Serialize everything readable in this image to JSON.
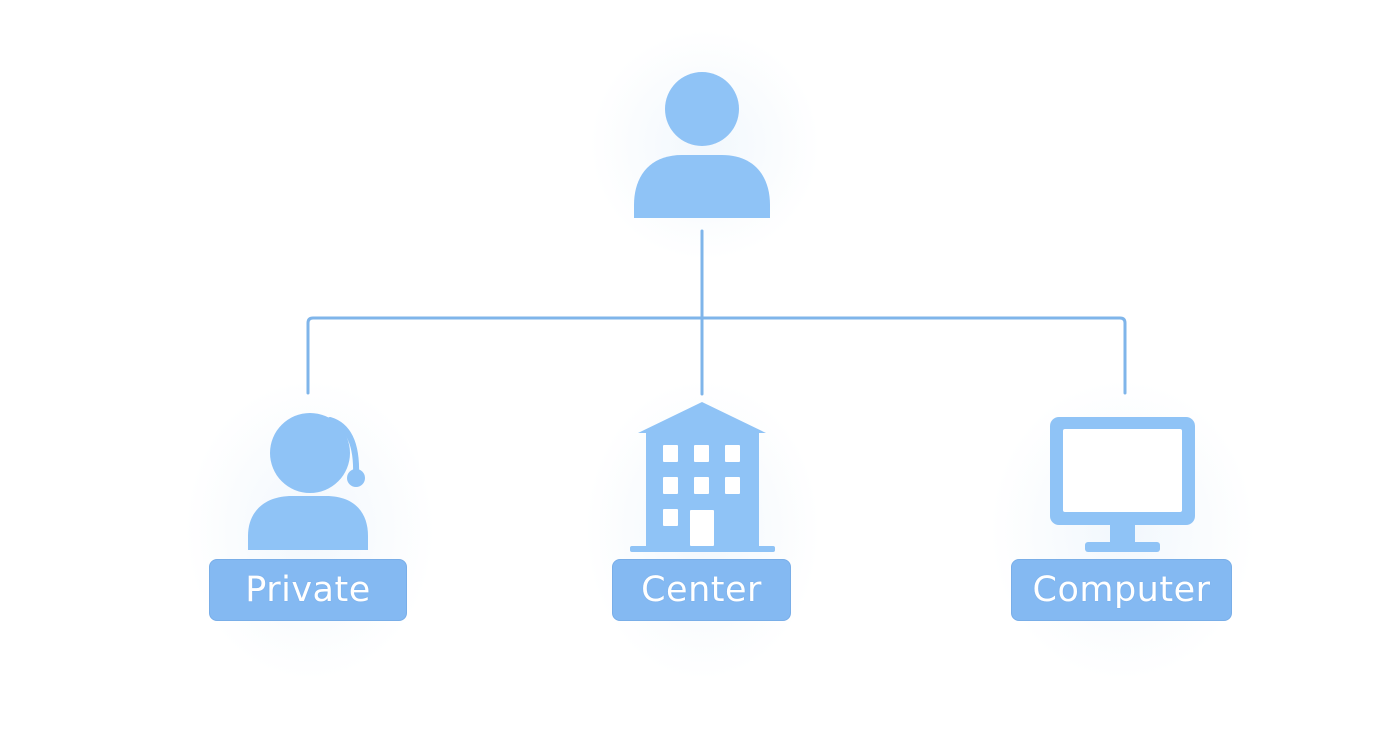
{
  "colors": {
    "icon_fill": "#8fc3f6",
    "icon_stroke": "#88bdf3",
    "connector": "#7fb5ea",
    "label_bg": "#84b9f2",
    "label_text": "#ffffff",
    "background": "#ffffff"
  },
  "root": {
    "icon": "user-icon"
  },
  "nodes": [
    {
      "label": "Private",
      "icon": "headset-user-icon"
    },
    {
      "label": "Center",
      "icon": "building-icon"
    },
    {
      "label": "Computer",
      "icon": "monitor-icon"
    }
  ]
}
